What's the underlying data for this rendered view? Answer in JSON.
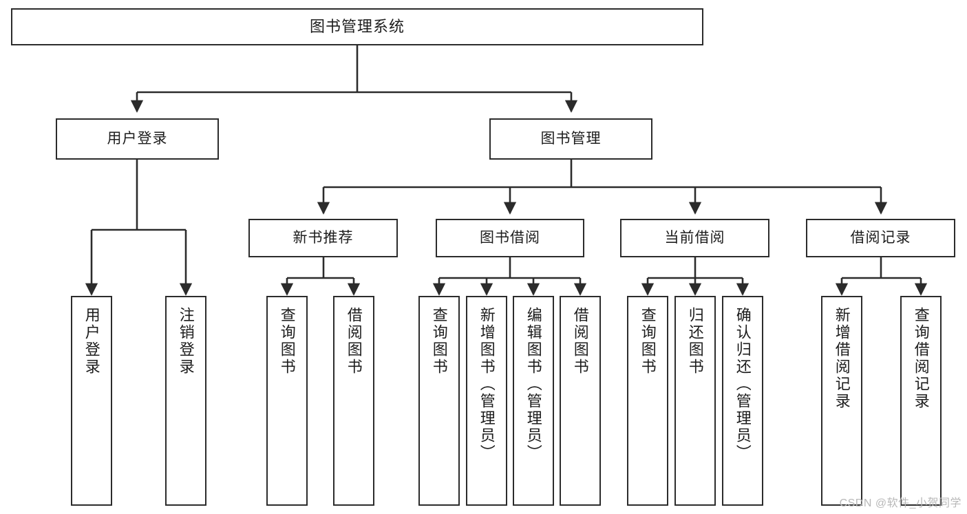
{
  "diagram": {
    "type": "tree-hierarchy-chart",
    "title": "图书管理系统",
    "orientation": "top-down",
    "line_color": "#2b2b2b",
    "box_fill": "#ffffff",
    "text_color": "#1c1c1c"
  },
  "root": {
    "label": "图书管理系统"
  },
  "level2": [
    {
      "label": "用户登录"
    },
    {
      "label": "图书管理"
    }
  ],
  "level3": [
    {
      "label": "新书推荐"
    },
    {
      "label": "图书借阅"
    },
    {
      "label": "当前借阅"
    },
    {
      "label": "借阅记录"
    }
  ],
  "leaves": {
    "user_login": [
      {
        "label": "用户登录"
      },
      {
        "label": "注销登录"
      }
    ],
    "new_book_recommend": [
      {
        "label": "查询图书"
      },
      {
        "label": "借阅图书"
      }
    ],
    "book_borrow": [
      {
        "label": "查询图书"
      },
      {
        "label": "新增图书（管理员）"
      },
      {
        "label": "编辑图书（管理员）"
      },
      {
        "label": "借阅图书"
      }
    ],
    "current_borrow": [
      {
        "label": "查询图书"
      },
      {
        "label": "归还图书"
      },
      {
        "label": "确认归还（管理员）"
      }
    ],
    "borrow_record": [
      {
        "label": "新增借阅记录"
      },
      {
        "label": "查询借阅记录"
      }
    ]
  },
  "watermark": {
    "text": "CSDN @软件_小贺同学"
  }
}
